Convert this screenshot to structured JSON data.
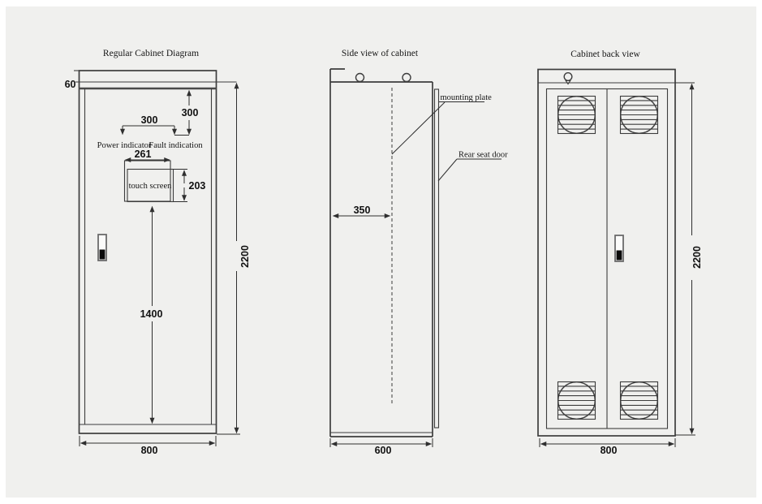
{
  "drawing": {
    "background_color": "#f0f0ee",
    "line_color": "#3d3d3d",
    "text_color": "#161616",
    "front_view": {
      "title": "Regular Cabinet Diagram",
      "labels": {
        "power_indicator": "Power indicator",
        "fault_indication": "Fault indication",
        "touch_screen": "touch screen"
      },
      "dims": {
        "cap_height": "60",
        "indicator_drop": "300",
        "indicator_spacing": "300",
        "screen_width": "261",
        "screen_height": "203",
        "screen_to_base": "1400",
        "overall_height": "2200",
        "overall_width": "800"
      }
    },
    "side_view": {
      "title": "Side view of cabinet",
      "labels": {
        "mounting_plate": "mounting plate",
        "rear_seat_door": "Rear seat door"
      },
      "dims": {
        "plate_offset": "350",
        "overall_depth": "600"
      }
    },
    "back_view": {
      "title": "Cabinet back view",
      "dims": {
        "overall_height": "2200",
        "overall_width": "800"
      }
    }
  }
}
